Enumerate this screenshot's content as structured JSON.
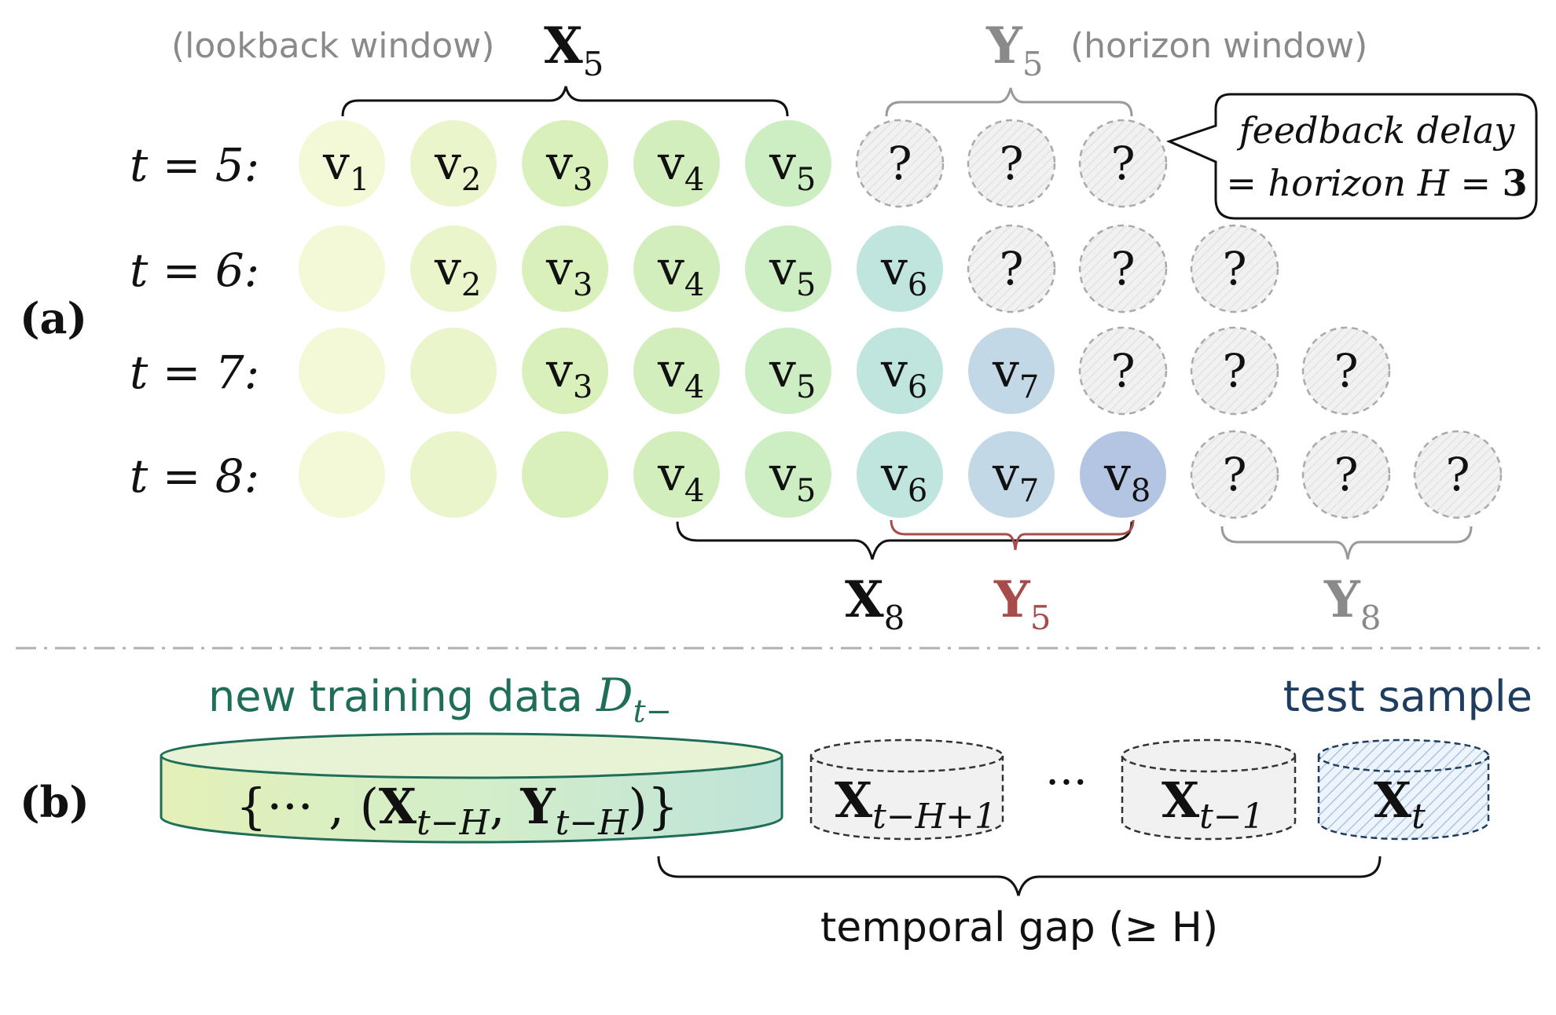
{
  "panel_a": {
    "label": "(a)",
    "top_left_label": "(lookback window)",
    "top_left_symbol": "X",
    "top_left_sub": "5",
    "top_right_symbol": "Y",
    "top_right_sub": "5",
    "top_right_label": "(horizon window)",
    "callout_line1": "feedback delay",
    "callout_line2_prefix": "= horizon H = ",
    "callout_line2_bold": "3",
    "rows": [
      {
        "label": "t = 5:",
        "cells": [
          "v",
          "v",
          "v",
          "v",
          "v",
          "?",
          "?",
          "?"
        ],
        "subs": [
          "1",
          "2",
          "3",
          "4",
          "5",
          "",
          "",
          ""
        ],
        "start": 0
      },
      {
        "label": "t = 6:",
        "cells": [
          "",
          "v",
          "v",
          "v",
          "v",
          "v",
          "?",
          "?",
          "?"
        ],
        "subs": [
          "",
          "2",
          "3",
          "4",
          "5",
          "6",
          "",
          "",
          ""
        ],
        "start": 0
      },
      {
        "label": "t = 7:",
        "cells": [
          "",
          "",
          "v",
          "v",
          "v",
          "v",
          "v",
          "?",
          "?",
          "?"
        ],
        "subs": [
          "",
          "",
          "3",
          "4",
          "5",
          "6",
          "7",
          "",
          "",
          ""
        ],
        "start": 0
      },
      {
        "label": "t = 8:",
        "cells": [
          "",
          "",
          "",
          "v",
          "v",
          "v",
          "v",
          "v",
          "?",
          "?",
          "?"
        ],
        "subs": [
          "",
          "",
          "",
          "4",
          "5",
          "6",
          "7",
          "8",
          "",
          "",
          ""
        ],
        "start": 0
      }
    ],
    "bottom_x_symbol": "X",
    "bottom_x_sub": "8",
    "bottom_y5_symbol": "Y",
    "bottom_y5_sub": "5",
    "bottom_y8_symbol": "Y",
    "bottom_y8_sub": "8"
  },
  "panel_b": {
    "label": "(b)",
    "train_title": "new training data ",
    "train_title_math": "D",
    "train_title_sub": "t−",
    "test_title": "test sample",
    "train_content_open": "{··· , (",
    "train_x": "X",
    "train_x_sub": "t−H",
    "train_comma": ", ",
    "train_y": "Y",
    "train_y_sub": "t−H",
    "train_content_close": ")}",
    "cyl1_symbol": "X",
    "cyl1_sub": "t−H+1",
    "ellipsis": "···",
    "cyl2_symbol": "X",
    "cyl2_sub": "t−1",
    "cyl3_symbol": "X",
    "cyl3_sub": "t",
    "gap_label": "temporal gap (≥ H)"
  },
  "colors": {
    "v1": "#f3f8d6",
    "v2": "#eaf5cc",
    "v3": "#d9f0bb",
    "v4": "#d2eebd",
    "v5": "#cdeec2",
    "v6": "#bfe5de",
    "v7": "#c3d8e6",
    "v8": "#b4c4e3",
    "unknown": "#f0f0f0",
    "dark_green": "#1f6e5a",
    "navy": "#1f3d5e",
    "red": "#a84b4b",
    "gray": "#8a8a8a"
  }
}
